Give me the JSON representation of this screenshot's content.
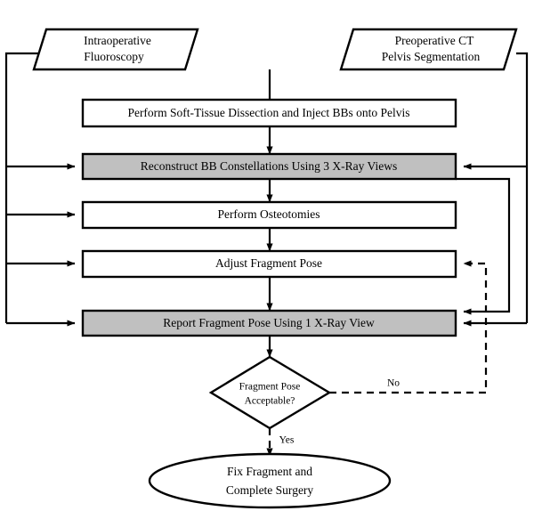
{
  "diagram": {
    "title": "Surgical Navigation Workflow Flowchart",
    "colors": {
      "process_fill": "#ffffff",
      "highlight_fill": "#c0c0c0",
      "stroke": "#000000",
      "background": "#ffffff"
    },
    "nodes": {
      "intraoperative_fluoroscopy": {
        "type": "parallelogram",
        "line1": "Intraoperative",
        "line2": "Fluoroscopy"
      },
      "preoperative_ct": {
        "type": "parallelogram",
        "line1": "Preoperative CT",
        "line2": "Pelvis Segmentation"
      },
      "soft_tissue_dissection": {
        "type": "process",
        "label": "Perform Soft-Tissue Dissection and Inject BBs onto Pelvis",
        "fill": "white"
      },
      "reconstruct_bb": {
        "type": "process",
        "label": "Reconstruct BB Constellations Using 3 X-Ray Views",
        "fill": "gray"
      },
      "perform_osteotomies": {
        "type": "process",
        "label": "Perform Osteotomies",
        "fill": "white"
      },
      "adjust_fragment_pose": {
        "type": "process",
        "label": "Adjust Fragment Pose",
        "fill": "white"
      },
      "report_fragment_pose": {
        "type": "process",
        "label": "Report Fragment Pose Using 1 X-Ray View",
        "fill": "gray"
      },
      "decision_fragment_pose": {
        "type": "decision",
        "line1": "Fragment Pose",
        "line2": "Acceptable?"
      },
      "fix_fragment": {
        "type": "terminator",
        "line1": "Fix Fragment and",
        "line2": "Complete Surgery"
      }
    },
    "edge_labels": {
      "no": "No",
      "yes": "Yes"
    }
  }
}
